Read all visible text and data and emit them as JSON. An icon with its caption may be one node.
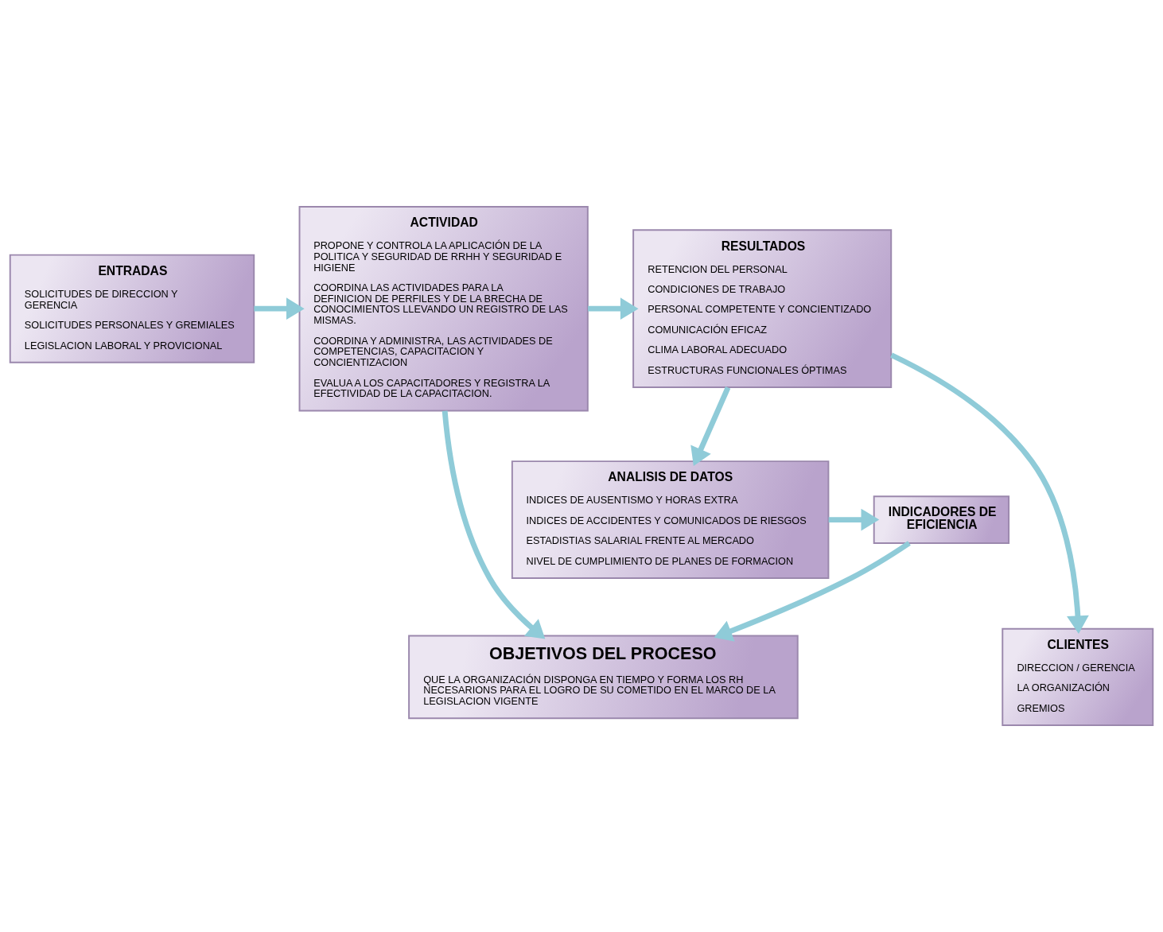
{
  "diagram": {
    "nodes": [
      {
        "text": [
          "ENTRADAS",
          "SOLICITUDES DE DIRECCION Y GERENCIA",
          "SOLICITUDES PERSONALES Y GREMIALES",
          "LEGISLACION LABORAL Y PROVICIONAL"
        ]
      },
      {
        "text": [
          "ACTIVIDAD",
          "PROPONE Y CONTROLA LA APLICACIÓN DE LA POLITICA Y SEGURIDAD DE RRHH Y SEGURIDAD E HIGIENE",
          "COORDINA LAS ACTIVIDADES PARA LA DEFINICION DE PERFILES Y DE LA BRECHA DE CONOCIMIENTOS LLEVANDO UN REGISTRO DE LAS MISMAS.",
          "COORDINA Y ADMINISTRA, LAS ACTIVIDADES DE COMPETENCIAS, CAPACITACION Y CONCIENTIZACION",
          "EVALUA A LOS CAPACITADORES Y REGISTRA LA EFECTIVIDAD DE LA CAPACITACION."
        ]
      },
      {
        "text": [
          "RESULTADOS",
          "RETENCION DEL PERSONAL",
          "CONDICIONES DE TRABAJO",
          "PERSONAL COMPETENTE Y CONCIENTIZADO",
          "COMUNICACIÓN EFICAZ",
          "CLIMA LABORAL ADECUADO",
          "ESTRUCTURAS FUNCIONALES ÓPTIMAS"
        ]
      },
      {
        "text": [
          "CLIENTES",
          "DIRECCION / GERENCIA",
          "LA ORGANIZACIÓN",
          "GREMIOS"
        ]
      },
      {
        "text": [
          "OBJETIVOS DEL PROCESO",
          "QUE LA ORGANIZACIÓN DISPONGA EN TIEMPO Y FORMA LOS RH NECESARIONS PARA EL LOGRO DE SU COMETIDO EN EL MARCO DE LA LEGISLACION VIGENTE"
        ]
      },
      {
        "text": [
          "ANALISIS DE DATOS",
          "INDICES DE AUSENTISMO Y HORAS EXTRA",
          "INDICES DE ACCIDENTES Y COMUNICADOS DE RIESGOS",
          "ESTADISTIAS SALARIAL FRENTE AL MERCADO",
          "NIVEL DE CUMPLIMIENTO DE PLANES DE FORMACION"
        ]
      },
      {
        "text": [
          "INDICADORES DE EFICIENCIA"
        ]
      }
    ],
    "edges": [
      {
        "from": 0,
        "to": 1,
        "arrow": "to"
      },
      {
        "from": 1,
        "to": 2,
        "arrow": "to"
      },
      {
        "from": 2,
        "to": 3,
        "arrow": "to"
      },
      {
        "from": 1,
        "to": 4,
        "arrow": "to"
      },
      {
        "from": 2,
        "to": 5,
        "arrow": "to"
      },
      {
        "from": 5,
        "to": 6,
        "arrow": "to"
      },
      {
        "from": 6,
        "to": 4,
        "arrow": "to"
      }
    ]
  }
}
